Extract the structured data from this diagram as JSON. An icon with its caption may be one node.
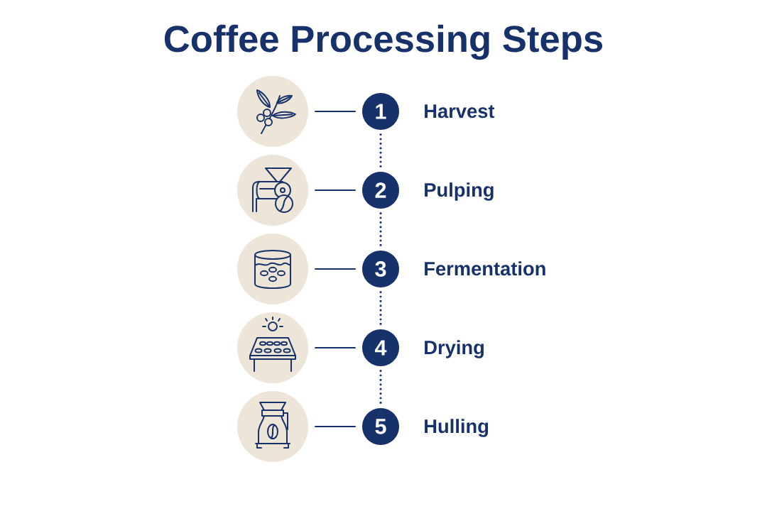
{
  "diagram": {
    "title": "Coffee Processing Steps",
    "nodes": [
      {
        "text": [],
        "shape": "picture"
      },
      {
        "text": [
          "1"
        ],
        "beside": [
          "Harvest"
        ]
      },
      {
        "text": [],
        "shape": "picture"
      },
      {
        "text": [
          "2"
        ],
        "beside": [
          "Pulping"
        ]
      },
      {
        "text": [],
        "shape": "picture"
      },
      {
        "text": [
          "3"
        ],
        "beside": [
          "Fermentation"
        ]
      },
      {
        "text": [],
        "shape": "picture"
      },
      {
        "text": [
          "4"
        ],
        "beside": [
          "Drying"
        ]
      },
      {
        "text": [],
        "shape": "picture"
      },
      {
        "text": [
          "5"
        ],
        "beside": [
          "Hulling"
        ]
      }
    ],
    "edges": [
      {
        "from": 0,
        "to": 1,
        "arrow": "none"
      },
      {
        "from": 2,
        "to": 3,
        "arrow": "none"
      },
      {
        "from": 4,
        "to": 5,
        "arrow": "none"
      },
      {
        "from": 6,
        "to": 7,
        "arrow": "none"
      },
      {
        "from": 8,
        "to": 9,
        "arrow": "none"
      },
      {
        "from": 1,
        "to": 3,
        "arrow": "none",
        "style": "dashed"
      },
      {
        "from": 3,
        "to": 5,
        "arrow": "none",
        "style": "dashed"
      },
      {
        "from": 5,
        "to": 7,
        "arrow": "none",
        "style": "dashed"
      },
      {
        "from": 7,
        "to": 9,
        "arrow": "none",
        "style": "dashed"
      }
    ]
  }
}
